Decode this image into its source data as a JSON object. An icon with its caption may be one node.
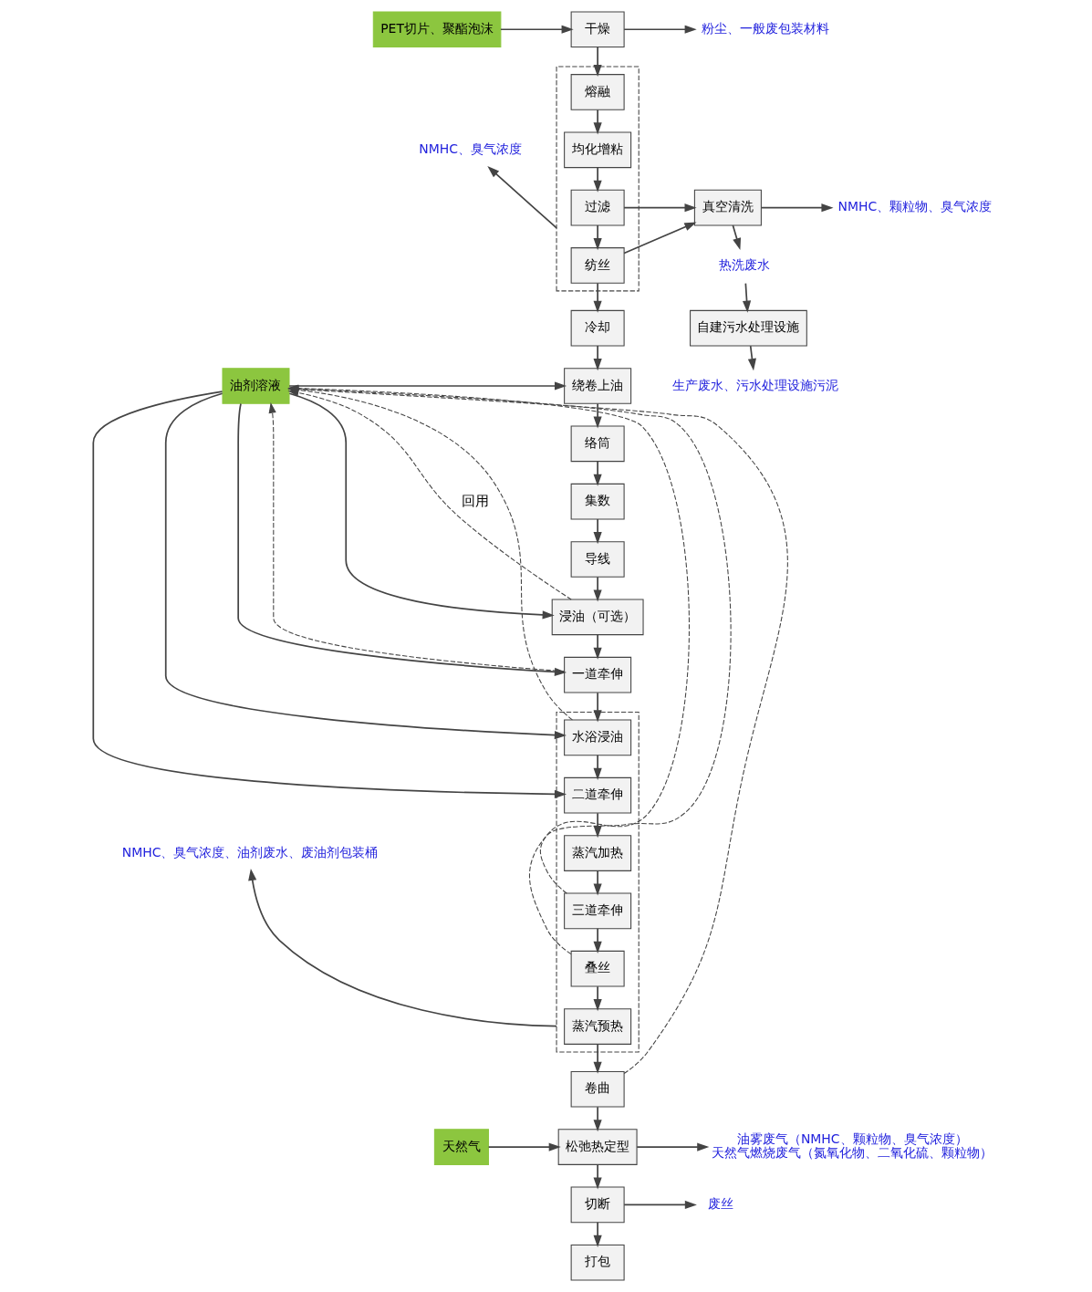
{
  "diagram": {
    "nodes": [
      {
        "text": [
          "PET切片、聚酯泡沫"
        ]
      },
      {
        "text": [
          "干燥"
        ]
      },
      {
        "text": [
          "粉尘、一般废包装材料"
        ]
      },
      {
        "text": [],
        "shape": "box"
      },
      {
        "text": [
          "熔融"
        ],
        "in": 3
      },
      {
        "text": [
          "均化增粘"
        ],
        "in": 3
      },
      {
        "text": [
          "过滤"
        ],
        "in": 3
      },
      {
        "text": [
          "纺丝"
        ],
        "in": 3
      },
      {
        "text": [
          "NMHC、臭气浓度"
        ]
      },
      {
        "text": [
          "真空清洗"
        ]
      },
      {
        "text": [
          "NMHC、颗粒物、臭气浓度"
        ]
      },
      {
        "text": [
          "热洗废水"
        ]
      },
      {
        "text": [
          "自建污水处理设施"
        ]
      },
      {
        "text": [
          "生产废水、污水处理设施污泥"
        ]
      },
      {
        "text": [
          "冷却"
        ]
      },
      {
        "text": [
          "油剂溶液"
        ]
      },
      {
        "text": [
          "绕卷上油"
        ]
      },
      {
        "text": [
          "络筒"
        ]
      },
      {
        "text": [
          "集数"
        ]
      },
      {
        "text": [
          "导线"
        ]
      },
      {
        "text": [
          "浸油（可选）"
        ]
      },
      {
        "text": [
          "一道牵伸"
        ]
      },
      {
        "text": [],
        "shape": "box"
      },
      {
        "text": [
          "水浴浸油"
        ],
        "in": 22
      },
      {
        "text": [
          "二道牵伸"
        ],
        "in": 22
      },
      {
        "text": [
          "蒸汽加热"
        ],
        "in": 22
      },
      {
        "text": [
          "三道牵伸"
        ],
        "in": 22
      },
      {
        "text": [
          "叠丝"
        ],
        "in": 22
      },
      {
        "text": [
          "蒸汽预热"
        ],
        "in": 22
      },
      {
        "text": [
          "NMHC、臭气浓度、油剂废水、废油剂包装桶"
        ]
      },
      {
        "text": [
          "卷曲"
        ]
      },
      {
        "text": [
          "天然气"
        ]
      },
      {
        "text": [
          "松弛热定型"
        ]
      },
      {
        "text": [
          "油雾废气（NMHC、颗粒物、臭气浓度）",
          "天然气燃烧废气（氮氧化物、二氧化硫、颗粒物）"
        ]
      },
      {
        "text": [
          "切断"
        ]
      },
      {
        "text": [
          "废丝"
        ]
      },
      {
        "text": [
          "打包"
        ]
      }
    ],
    "edges": [
      {
        "from": 0,
        "to": 1,
        "arrow": "to"
      },
      {
        "from": 1,
        "to": 2,
        "arrow": "to"
      },
      {
        "from": 1,
        "to": 4,
        "arrow": "to"
      },
      {
        "from": 4,
        "to": 5,
        "arrow": "to"
      },
      {
        "from": 5,
        "to": 6,
        "arrow": "to"
      },
      {
        "from": 6,
        "to": 7,
        "arrow": "to"
      },
      {
        "from": 3,
        "to": 8,
        "arrow": "to"
      },
      {
        "from": 6,
        "to": 9,
        "arrow": "to"
      },
      {
        "from": 7,
        "to": 9,
        "arrow": "to"
      },
      {
        "from": 9,
        "to": 10,
        "arrow": "to"
      },
      {
        "from": 9,
        "to": 11,
        "arrow": "to"
      },
      {
        "from": 11,
        "to": 12,
        "arrow": "to"
      },
      {
        "from": 12,
        "to": 13,
        "arrow": "to"
      },
      {
        "from": 7,
        "to": 14,
        "arrow": "to"
      },
      {
        "from": 14,
        "to": 16,
        "arrow": "to"
      },
      {
        "from": 15,
        "to": 16,
        "arrow": "to"
      },
      {
        "from": 15,
        "to": 20,
        "arrow": "to"
      },
      {
        "from": 15,
        "to": 21,
        "arrow": "to"
      },
      {
        "from": 15,
        "to": 23,
        "arrow": "to"
      },
      {
        "from": 15,
        "to": 24,
        "arrow": "to"
      },
      {
        "from": 16,
        "to": 17,
        "arrow": "to"
      },
      {
        "from": 17,
        "to": 18,
        "arrow": "to"
      },
      {
        "from": 18,
        "to": 19,
        "arrow": "to"
      },
      {
        "from": 19,
        "to": 20,
        "arrow": "to"
      },
      {
        "from": 20,
        "to": 21,
        "arrow": "to"
      },
      {
        "from": 21,
        "to": 23,
        "arrow": "to"
      },
      {
        "from": 23,
        "to": 24,
        "arrow": "to"
      },
      {
        "from": 24,
        "to": 25,
        "arrow": "to"
      },
      {
        "from": 25,
        "to": 26,
        "arrow": "to"
      },
      {
        "from": 26,
        "to": 27,
        "arrow": "to"
      },
      {
        "from": 27,
        "to": 28,
        "arrow": "to"
      },
      {
        "from": 22,
        "to": 29,
        "arrow": "to"
      },
      {
        "from": 28,
        "to": 30,
        "arrow": "to"
      },
      {
        "from": 20,
        "to": 15,
        "arrow": "to",
        "style": "dashed",
        "label": "回用"
      },
      {
        "from": 21,
        "to": 15,
        "arrow": "to",
        "style": "dashed"
      },
      {
        "from": 23,
        "to": 15,
        "arrow": "to",
        "style": "dashed"
      },
      {
        "from": 26,
        "to": 15,
        "arrow": "to",
        "style": "dashed"
      },
      {
        "from": 27,
        "to": 15,
        "arrow": "to",
        "style": "dashed"
      },
      {
        "from": 30,
        "to": 15,
        "arrow": "to",
        "style": "dashed"
      },
      {
        "from": 30,
        "to": 32,
        "arrow": "to"
      },
      {
        "from": 31,
        "to": 32,
        "arrow": "to"
      },
      {
        "from": 32,
        "to": 33,
        "arrow": "to"
      },
      {
        "from": 32,
        "to": 34,
        "arrow": "to"
      },
      {
        "from": 34,
        "to": 35,
        "arrow": "to"
      },
      {
        "from": 34,
        "to": 36,
        "arrow": "to"
      }
    ]
  }
}
